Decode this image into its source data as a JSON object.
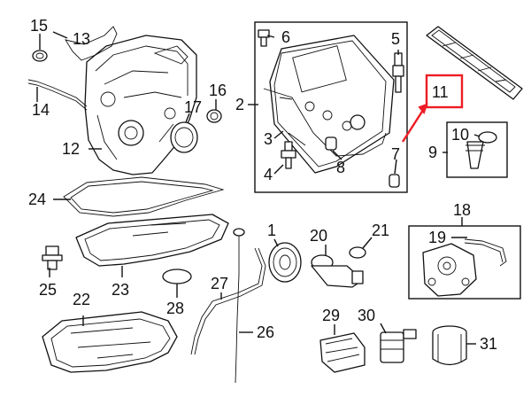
{
  "callouts": {
    "c1": "1",
    "c2": "2",
    "c3": "3",
    "c4": "4",
    "c5": "5",
    "c6": "6",
    "c7": "7",
    "c8": "8",
    "c9": "9",
    "c10": "10",
    "c11": "11",
    "c12": "12",
    "c13": "13",
    "c14": "14",
    "c15": "15",
    "c16": "16",
    "c17": "17",
    "c18": "18",
    "c19": "19",
    "c20": "20",
    "c21": "21",
    "c22": "22",
    "c23": "23",
    "c24": "24",
    "c25": "25",
    "c26": "26",
    "c27": "27",
    "c28": "28",
    "c29": "29",
    "c30": "30",
    "c31": "31"
  },
  "highlight": {
    "callout": "11",
    "color": "#ee1c25"
  }
}
